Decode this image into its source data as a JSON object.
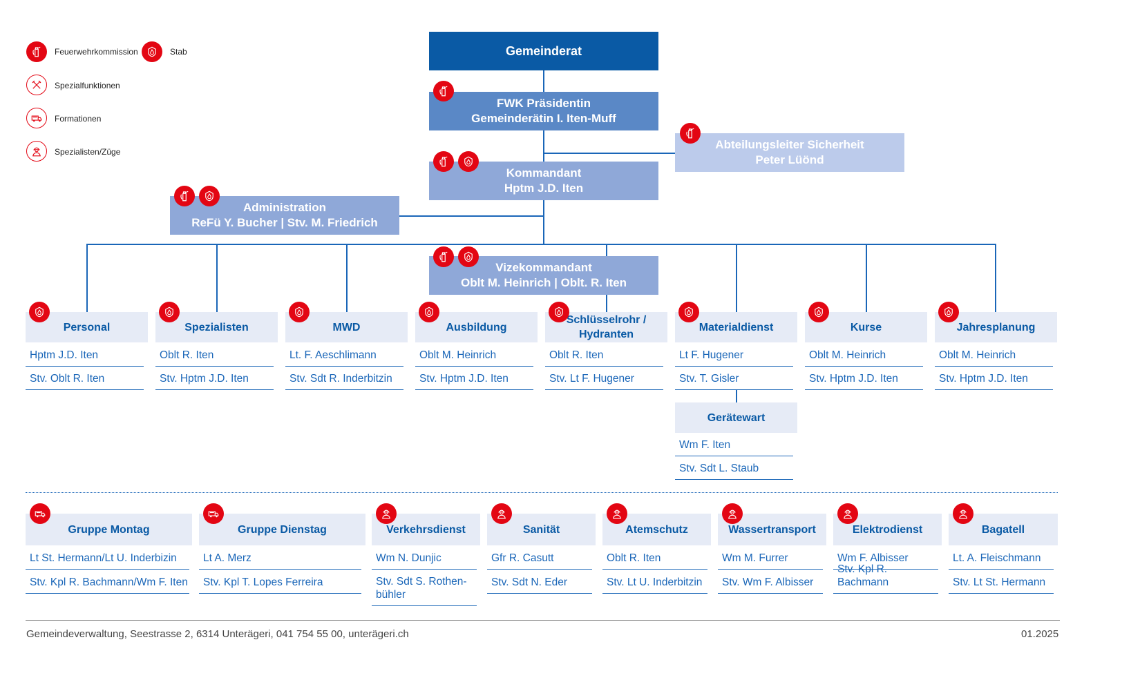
{
  "legend": {
    "feuerwehrkommission": "Feuerwehrkommission",
    "stab": "Stab",
    "spezialfunktionen": "Spezialfunktionen",
    "formationen": "Formationen",
    "spezialisten_zuege": "Spezialisten/Züge"
  },
  "top": {
    "gemeinderat": "Gemeinderat",
    "fwk_title": "FWK Präsidentin",
    "fwk_name": "Gemeinderätin I. Iten-Muff",
    "abteilung_title": "Abteilungsleiter Sicherheit",
    "abteilung_name": "Peter Lüönd",
    "kommandant_title": "Kommandant",
    "kommandant_name": "Hptm J.D. Iten",
    "admin_title": "Administration",
    "admin_name": "ReFü Y. Bucher | Stv. M. Friedrich",
    "vize_title": "Vizekommandant",
    "vize_name": "Oblt M. Heinrich | Oblt. R. Iten"
  },
  "departments": [
    {
      "name": "Personal",
      "m1": "Hptm J.D. Iten",
      "m2": "Stv. Oblt R. Iten"
    },
    {
      "name": "Spezialisten",
      "m1": "Oblt R. Iten",
      "m2": "Stv. Hptm J.D. Iten"
    },
    {
      "name": "MWD",
      "m1": "Lt. F. Aeschlimann",
      "m2": "Stv. Sdt R. Inderbitzin"
    },
    {
      "name": "Ausbildung",
      "m1": "Oblt M. Heinrich",
      "m2": "Stv. Hptm J.D. Iten"
    },
    {
      "name": "Schlüsselrohr /\nHydranten",
      "m1": "Oblt R. Iten",
      "m2": "Stv. Lt F. Hugener"
    },
    {
      "name": "Materialdienst",
      "m1": "Lt F. Hugener",
      "m2": "Stv. T. Gisler"
    },
    {
      "name": "Kurse",
      "m1": "Oblt M. Heinrich",
      "m2": "Stv. Hptm J.D. Iten"
    },
    {
      "name": "Jahresplanung",
      "m1": "Oblt M. Heinrich",
      "m2": "Stv. Hptm J.D. Iten"
    }
  ],
  "geraetewart": {
    "name": "Gerätewart",
    "m1": "Wm F. Iten",
    "m2": "Stv. Sdt L. Staub"
  },
  "formations": [
    {
      "name": "Gruppe Montag",
      "m1": "Lt St. Hermann/Lt U. Inderbizin",
      "m2": "Stv. Kpl R. Bachmann/Wm F. Iten"
    },
    {
      "name": "Gruppe Dienstag",
      "m1": "Lt A. Merz",
      "m2": "Stv. Kpl T. Lopes Ferreira"
    },
    {
      "name": "Verkehrsdienst",
      "m1": "Wm N. Dunjic",
      "m2": "Stv. Sdt S. Rothen-\nbühler"
    },
    {
      "name": "Sanität",
      "m1": "Gfr R. Casutt",
      "m2": "Stv. Sdt N. Eder"
    },
    {
      "name": "Atemschutz",
      "m1": "Oblt R. Iten",
      "m2": "Stv. Lt U. Inderbitzin"
    },
    {
      "name": "Wassertransport",
      "m1": "Wm M. Furrer",
      "m2": "Stv. Wm F. Albisser"
    },
    {
      "name": "Elektrodienst",
      "m1": "Wm F. Albisser",
      "m2": "Stv. Kpl R. Bachmann"
    },
    {
      "name": "Bagatell",
      "m1": "Lt. A. Fleischmann",
      "m2": "Stv. Lt St. Hermann"
    }
  ],
  "footer": {
    "address": "Gemeindeverwaltung, Seestrasse 2, 6314 Unterägeri, 041 754 55 00, unterägeri.ch",
    "date": "01.2025"
  },
  "colors": {
    "red": "#e30613",
    "dark_blue": "#0a5aa5",
    "link_blue": "#1a66b8",
    "dept_bg": "#e6ebf6"
  }
}
